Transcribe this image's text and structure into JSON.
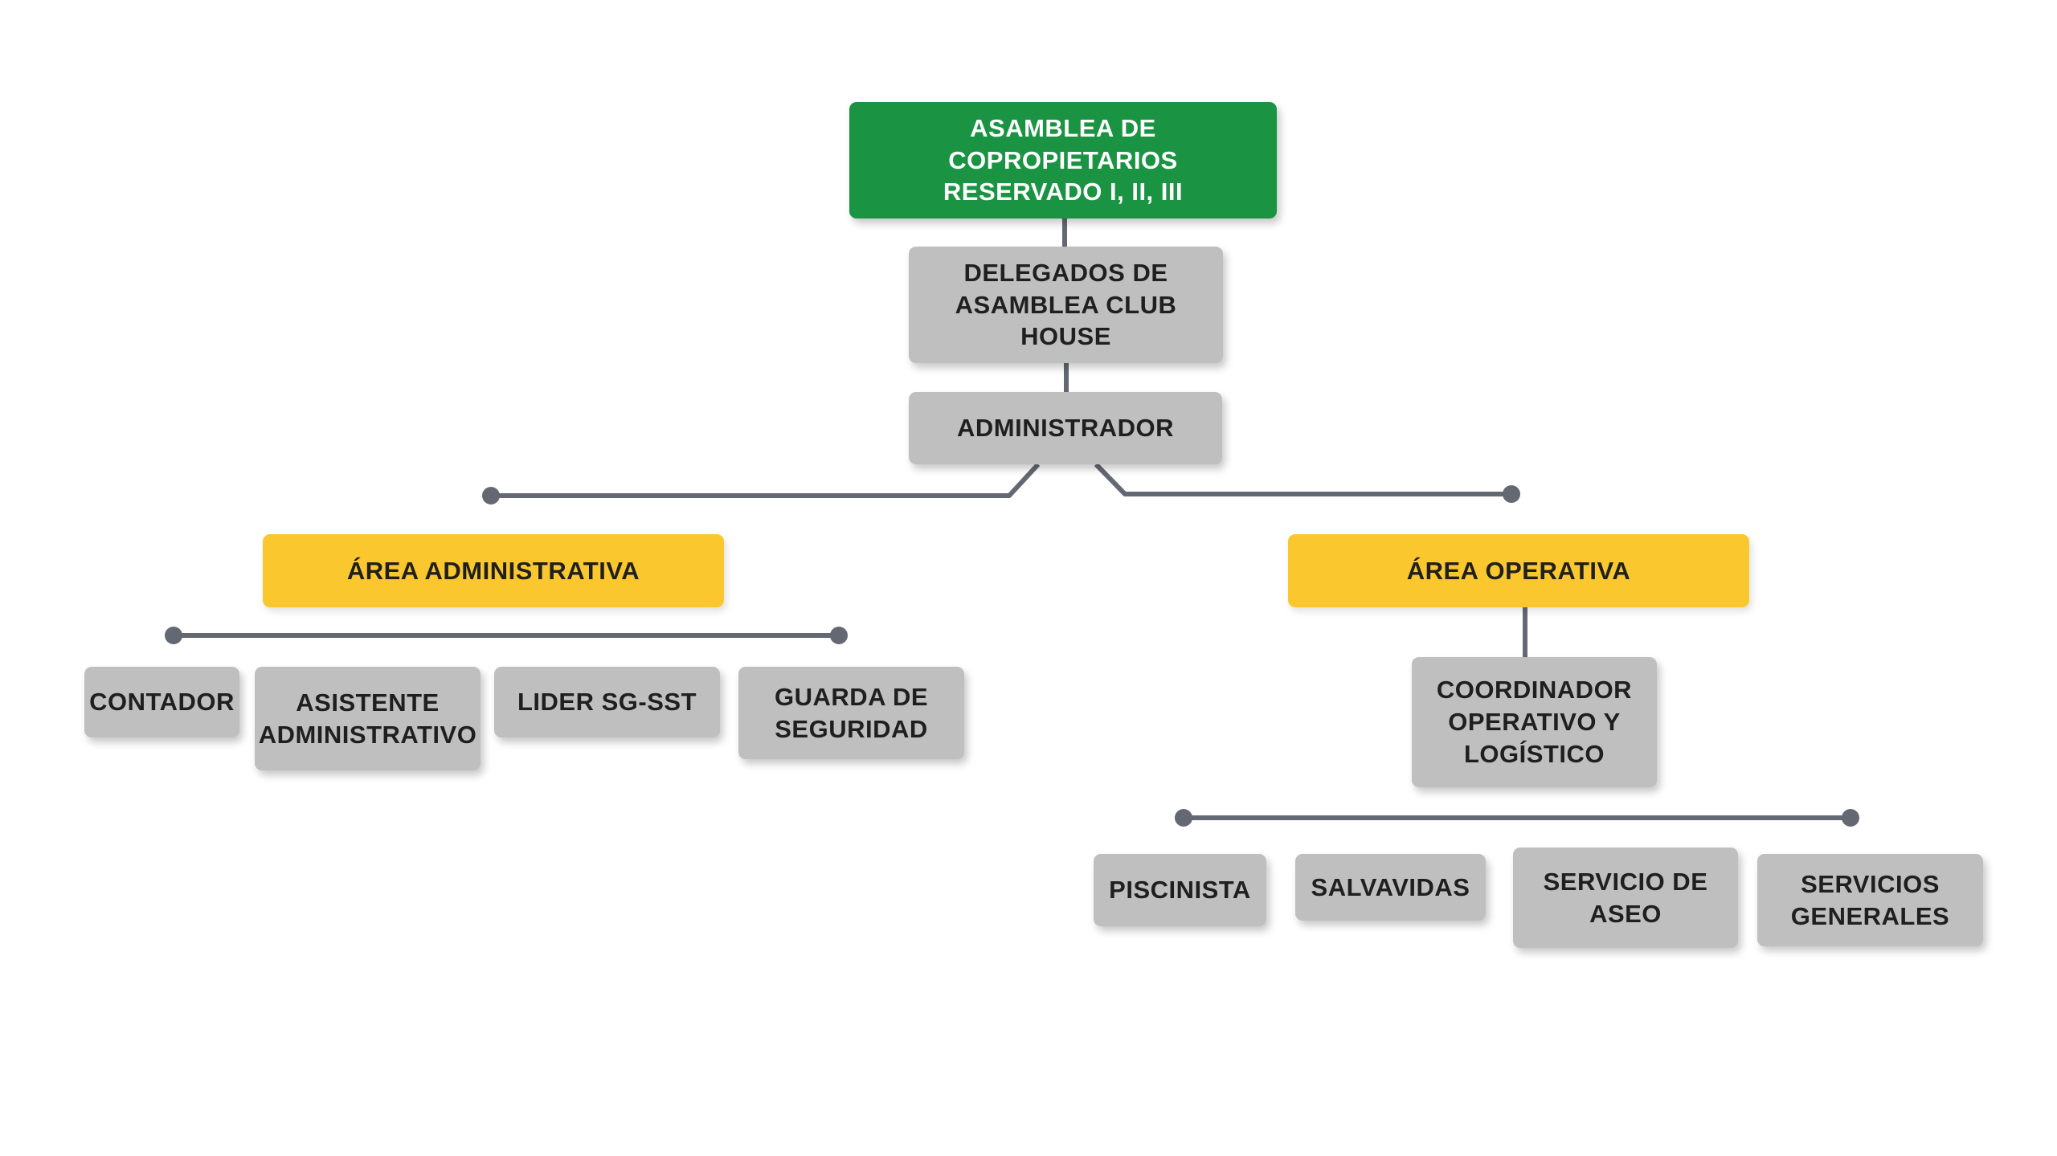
{
  "colors": {
    "root_fill": "#1a9443",
    "area_fill": "#fac72e",
    "node_fill": "#bfbfbf",
    "connector": "#646873"
  },
  "nodes": {
    "asamblea": "ASAMBLEA DE COPROPIETARIOS\nRESERVADO I, II, III",
    "delegados": "DELEGADOS DE\nASAMBLEA CLUB HOUSE",
    "administrador": "ADMINISTRADOR",
    "area_administrativa": "ÁREA ADMINISTRATIVA",
    "area_operativa": "ÁREA OPERATIVA",
    "contador": "CONTADOR",
    "asistente": "ASISTENTE\nADMINISTRATIVO",
    "lider": "LIDER SG-SST",
    "guarda": "GUARDA DE\nSEGURIDAD",
    "coordinador": "COORDINADOR\nOPERATIVO Y\nLOGÍSTICO",
    "piscinista": "PISCINISTA",
    "salvavidas": "SALVAVIDAS",
    "aseo": "SERVICIO DE\nASEO",
    "servicios": "SERVICIOS\nGENERALES"
  }
}
